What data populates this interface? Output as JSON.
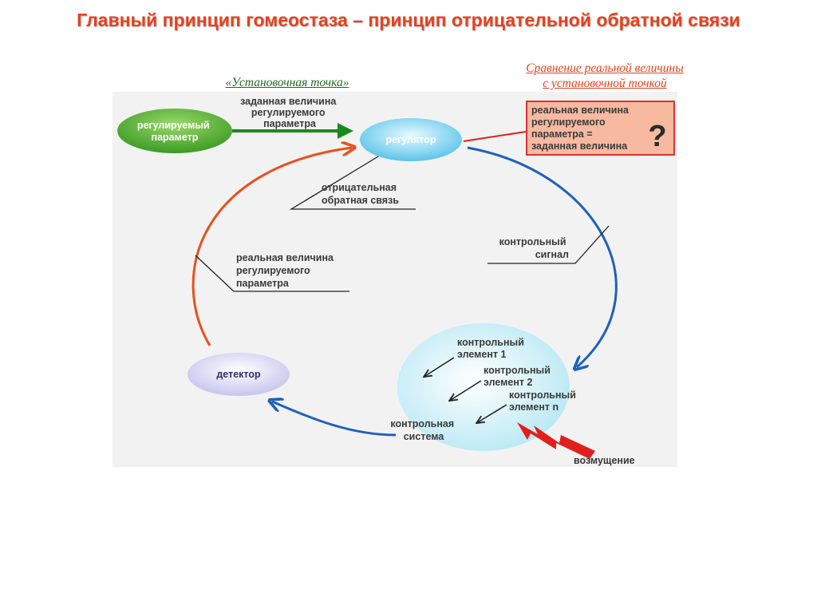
{
  "title": "Главный принцип гомеостаза – принцип отрицательной обратной связи",
  "captions": {
    "setpoint": "«Установочная точка»",
    "comparison_line1": "Сравнение реальной величины",
    "comparison_line2": "с установочной точкой"
  },
  "nodes": {
    "regulated_parameter": [
      "регулируемый",
      "параметр"
    ],
    "regulator": "регулятор",
    "detector": "детектор",
    "control_system": [
      "контрольная",
      "система"
    ]
  },
  "labels": {
    "setpoint_value": [
      "заданная величина",
      "регулируемого",
      "параметра"
    ],
    "negative_feedback": [
      "отрицательная",
      "обратная связь"
    ],
    "control_signal": [
      "контрольный",
      "сигнал"
    ],
    "real_value": [
      "реальная величина",
      "регулируемого",
      "параметра"
    ],
    "control_element_1": [
      "контрольный",
      "элемент 1"
    ],
    "control_element_2": [
      "контрольный",
      "элемент 2"
    ],
    "control_element_n": [
      "контрольный",
      "элемент n"
    ],
    "disturbance": "возмущение"
  },
  "comparison_box": {
    "lines": [
      "реальная величина",
      "регулируемого",
      "параметра =",
      "заданная величина"
    ],
    "mark": "?"
  },
  "colors": {
    "title": "#e8401c",
    "setpoint_caption": "#1f6b1f",
    "green_arrow": "#1a8a1a",
    "orange_loop": "#e8501c",
    "blue_loop": "#1f5fbf",
    "comparison_box_fill": "#f7b9a0",
    "disturbance_arrow": "#e0201c"
  }
}
